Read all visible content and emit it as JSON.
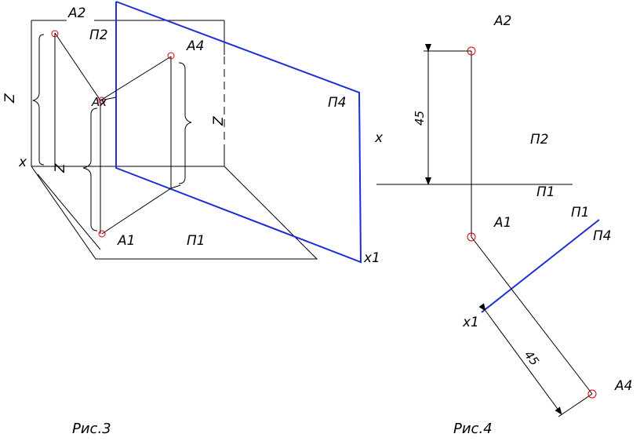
{
  "fig3": {
    "caption": "Рис.3",
    "labels": {
      "a1": "A1",
      "a2": "A2",
      "a4": "A4",
      "ax": "Ax",
      "p1": "П1",
      "p2": "П2",
      "p4": "П4",
      "x": "x",
      "x1": "x1",
      "z_left": "Z",
      "z_right": "Z",
      "z_mid": "Z"
    }
  },
  "fig4": {
    "caption": "Рис.4",
    "labels": {
      "a1": "A1",
      "a2": "A2",
      "a4": "A4",
      "p1": "П1",
      "p2": "П2",
      "p1b": "П1",
      "p4": "П4",
      "x": "x",
      "x1": "x1"
    },
    "dim_vertical": "45",
    "dim_oblique": "45"
  },
  "colors": {
    "plane_p4": "#1c2fd6",
    "points": "#d40000",
    "lines": "#000000"
  }
}
